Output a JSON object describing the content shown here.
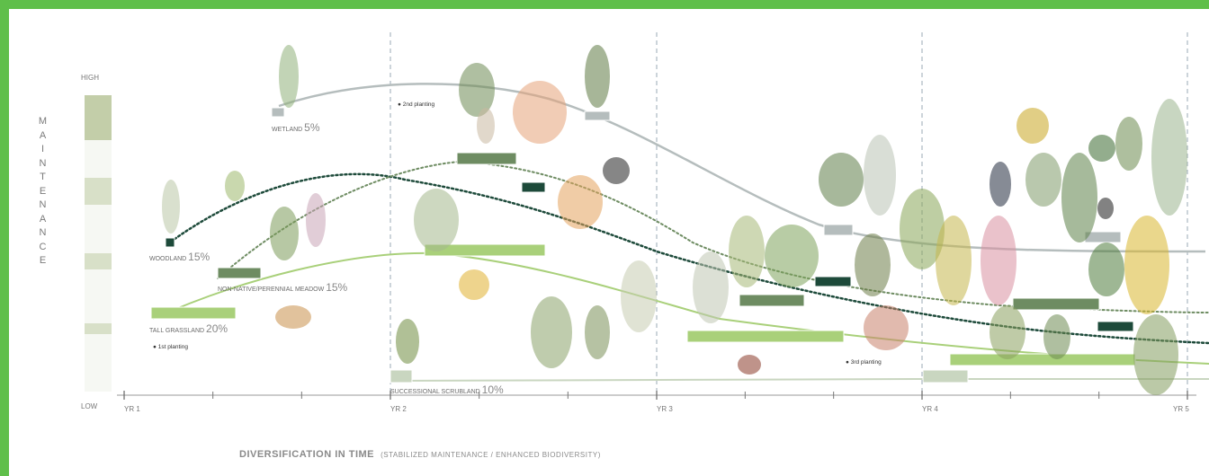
{
  "chart_data": {
    "type": "line",
    "ylabel": "MAINTENANCE",
    "xlabel_main": "DIVERSIFICATION IN TIME",
    "xlabel_sub": "(STABILIZED MAINTENANCE / ENHANCED BIODIVERSITY)",
    "y_high": "HIGH",
    "y_low": "LOW",
    "x_ticks": [
      "YR 1",
      "YR 2",
      "YR 3",
      "YR 4",
      "YR 5"
    ],
    "series": [
      {
        "name": "WETLAND",
        "percent": "5%",
        "color": "#b5bdbd",
        "style": "solid"
      },
      {
        "name": "WOODLAND",
        "percent": "15%",
        "color": "#1d4a3a",
        "style": "dotted"
      },
      {
        "name": "NON-NATIVE/PERENNIAL MEADOW",
        "percent": "15%",
        "color": "#6e8c62",
        "style": "dotted"
      },
      {
        "name": "TALL GRASSLAND",
        "percent": "20%",
        "color": "#a9d07a",
        "style": "solid"
      },
      {
        "name": "SUCCESSIONAL SCRUBLAND",
        "percent": "10%",
        "color": "#c9d6c0",
        "style": "solid"
      }
    ],
    "annotation": "● 1st planting",
    "annotation2": "● 2nd planting",
    "annotation3": "● 3rd planting"
  },
  "colors": {
    "frame": "#5fbf4a",
    "dark_green": "#1d4a3a",
    "mid_green": "#6e8c62",
    "light_green": "#a9d07a",
    "pale_green": "#c9d6c0",
    "grey_blue": "#b5bdbd"
  }
}
